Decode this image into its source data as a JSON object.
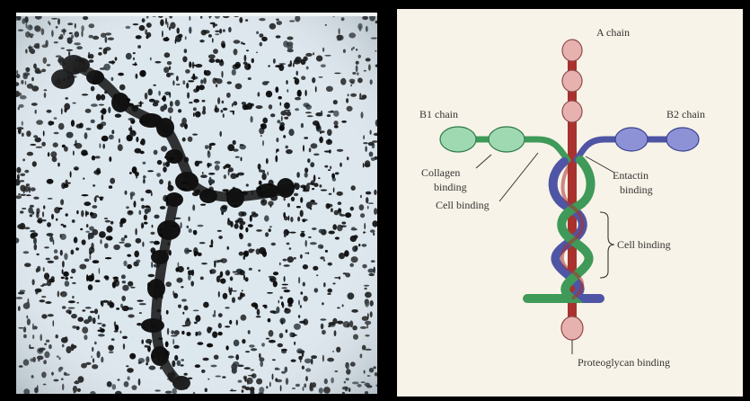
{
  "figure": {
    "micrograph": {
      "description": ""
    },
    "diagram": {
      "labels": {
        "a_chain": "A chain",
        "b1_chain": "B1 chain",
        "b2_chain": "B2 chain",
        "collagen_binding_line1": "Collagen",
        "collagen_binding_line2": "binding",
        "entactin_binding_line1": "Entactin",
        "entactin_binding_line2": "binding",
        "cell_binding_left": "Cell binding",
        "cell_binding_right": "Cell binding",
        "proteoglycan_binding": "Proteoglycan binding"
      },
      "colors": {
        "a_chain": "#a8322e",
        "a_globule": "#e7b1b0",
        "b1_chain": "#3f9a59",
        "b1_globule": "#9fd9b1",
        "b2_chain": "#4f55a5",
        "b2_globule": "#8c92d5",
        "background": "#f8f3e8"
      }
    }
  }
}
